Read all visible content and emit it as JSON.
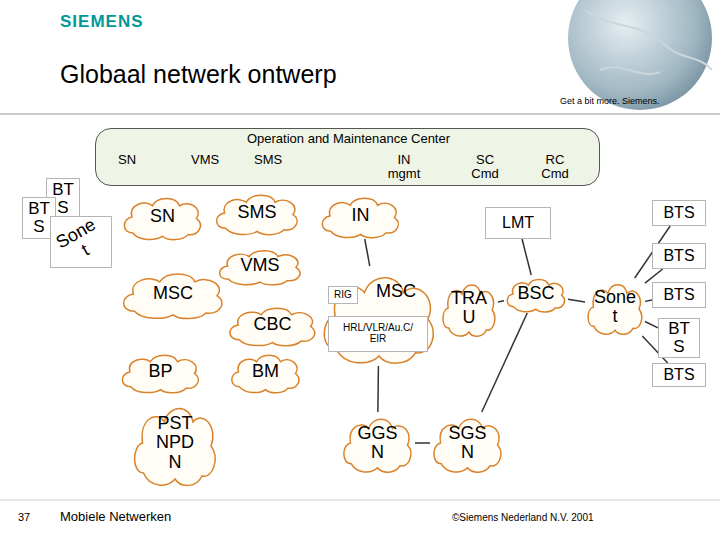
{
  "diagram": {
    "title": "Globaal netwerk ontwerp",
    "nodes": [
      {
        "text": [
          "Operation and Maintenance Center",
          "SN",
          "VMS",
          "SMS",
          "IN mgmt",
          "SC Cmd",
          "RC Cmd"
        ]
      },
      {
        "text": [
          "BT S"
        ]
      },
      {
        "text": [
          "BT S"
        ]
      },
      {
        "text": [
          "Sone t"
        ]
      },
      {
        "text": [
          "SN"
        ]
      },
      {
        "text": [
          "SMS"
        ]
      },
      {
        "text": [
          "IN"
        ]
      },
      {
        "text": [
          "LMT"
        ]
      },
      {
        "text": [
          "BTS"
        ]
      },
      {
        "text": [
          "VMS"
        ]
      },
      {
        "text": [
          "BTS"
        ]
      },
      {
        "text": [
          "MSC"
        ]
      },
      {
        "text": [
          "MSC"
        ]
      },
      {
        "text": [
          "RIG"
        ],
        "in": 12
      },
      {
        "text": [
          "HRL/VLR/Au.C/ EIR"
        ],
        "in": 12
      },
      {
        "text": [
          "TRA U"
        ]
      },
      {
        "text": [
          "BSC"
        ]
      },
      {
        "text": [
          "Sone t"
        ]
      },
      {
        "text": [
          "BTS"
        ]
      },
      {
        "text": [
          "CBC"
        ]
      },
      {
        "text": [
          "BT S"
        ]
      },
      {
        "text": [
          "BP"
        ]
      },
      {
        "text": [
          "BM"
        ]
      },
      {
        "text": [
          "BTS"
        ]
      },
      {
        "text": [
          "PST NPD N"
        ]
      },
      {
        "text": [
          "GGS N"
        ]
      },
      {
        "text": [
          "SGS N"
        ]
      }
    ],
    "edges": [
      {
        "from": 12,
        "to": 15,
        "arrow": "none"
      },
      {
        "from": 15,
        "to": 16,
        "arrow": "none"
      },
      {
        "from": 16,
        "to": 7,
        "arrow": "none"
      },
      {
        "from": 16,
        "to": 17,
        "arrow": "none"
      },
      {
        "from": 17,
        "to": 8,
        "arrow": "none"
      },
      {
        "from": 17,
        "to": 10,
        "arrow": "none"
      },
      {
        "from": 17,
        "to": 18,
        "arrow": "none"
      },
      {
        "from": 17,
        "to": 20,
        "arrow": "none"
      },
      {
        "from": 17,
        "to": 23,
        "arrow": "none"
      },
      {
        "from": 12,
        "to": 6,
        "arrow": "none"
      },
      {
        "from": 12,
        "to": 25,
        "arrow": "none"
      },
      {
        "from": 25,
        "to": 26,
        "arrow": "none"
      },
      {
        "from": 26,
        "to": 16,
        "arrow": "none"
      }
    ],
    "labels": [
      "SIEMENS",
      "Get a bit more. Siemens.",
      "37",
      "Mobiele Netwerken",
      "©Siemens Nederland N.V. 2001"
    ]
  }
}
